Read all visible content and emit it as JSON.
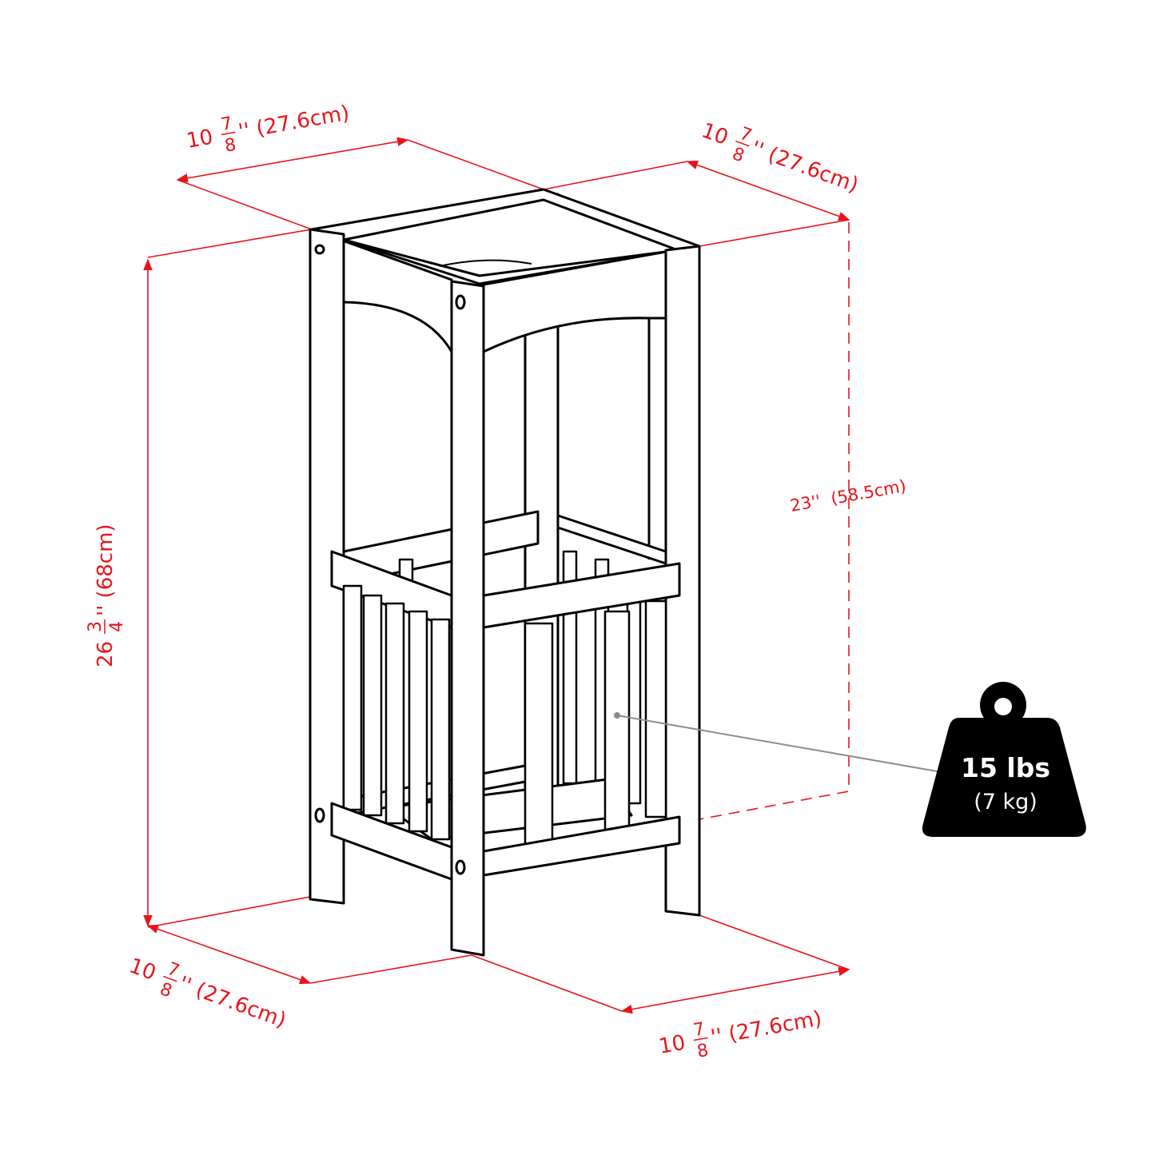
{
  "colors": {
    "dimension": "#e8141b",
    "outline": "#000000",
    "leader": "#8c8c8c",
    "weight_icon": "#000000"
  },
  "dimensions": {
    "top_left": {
      "whole": "10",
      "num": "7",
      "den": "8",
      "rest": "'' (27.6cm)"
    },
    "top_right": {
      "whole": "10",
      "num": "7",
      "den": "8",
      "rest": "'' (27.6cm)"
    },
    "bottom_left": {
      "whole": "10",
      "num": "7",
      "den": "8",
      "rest": "'' (27.6cm)"
    },
    "bottom_right": {
      "whole": "10",
      "num": "7",
      "den": "8",
      "rest": "'' (27.6cm)"
    },
    "height": {
      "whole": "26",
      "num": "3",
      "den": "4",
      "rest": "'' (68cm)"
    },
    "inner_height": {
      "text": "23''  (58.5cm)"
    }
  },
  "weight": {
    "icon": "kettlebell-weight-icon",
    "primary": "15 lbs",
    "secondary": "(7 kg)"
  }
}
